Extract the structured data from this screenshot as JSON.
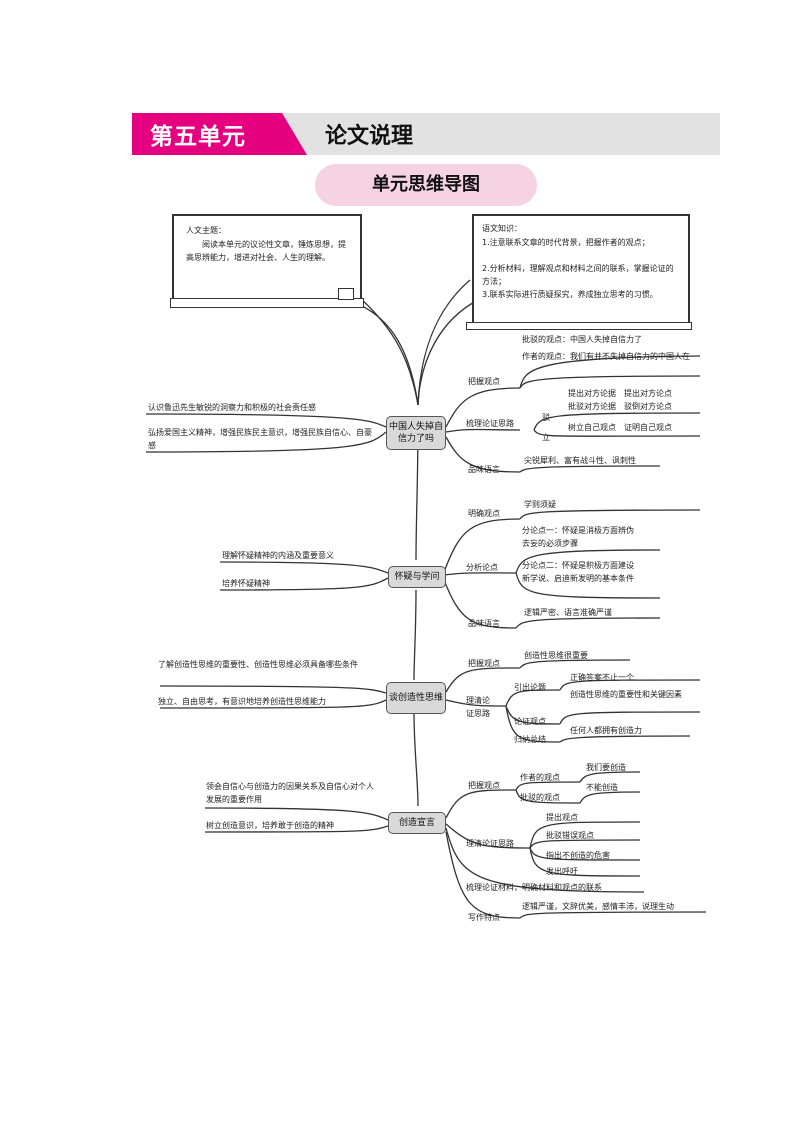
{
  "header": {
    "unit_label": "第五单元",
    "unit_title": "论文说理",
    "subtitle": "单元思维导图"
  },
  "boards": {
    "left": {
      "title": "人文主题：",
      "body": "阅读本单元的议论性文章，锤炼思想，提高思辨能力，增进对社会、人生的理解。"
    },
    "right": {
      "title": "语文知识：",
      "lines": [
        "1.注意联系文章的时代背景，把握作者的观点；",
        "2.分析材料，理解观点和材料之间的联系，掌握论证的方法；",
        "3.联系实际进行质疑探究，养成独立思考的习惯。"
      ]
    }
  },
  "nodes": {
    "n1": "中国人失掉自信力了吗",
    "n2": "怀疑与学问",
    "n3": "谈创造性思维",
    "n4": "创造宣言"
  },
  "branch1": {
    "left1": "认识鲁迅先生敏锐的洞察力和积极的社会责任感",
    "left2": "弘扬爱国主义精神，增强民族民主意识，增强民族自信心、自豪感",
    "b1": "把握观点",
    "b1a": "批驳的观点：中国人失掉自信力了",
    "b1b": "作者的观点：我们有并不失掉自信力的中国人在",
    "b2": "梳理论证思路",
    "b2_bo": "驳",
    "b2_li": "立",
    "b2a": "提出对方论据　提出对方论点",
    "b2b": "批驳对方论据　驳倒对方论点",
    "b2c": "树立自己观点　证明自己观点",
    "b3": "品味语言",
    "b3a": "尖锐犀利、富有战斗性、讽刺性"
  },
  "branch2": {
    "left1": "理解怀疑精神的内涵及重要意义",
    "left2": "培养怀疑精神",
    "b1": "明确观点",
    "b1a": "学则须疑",
    "b2": "分析论点",
    "b2a": "分论点一：怀疑是消极方面辨伪去妄的必须步骤",
    "b2b": "分论点二：怀疑是积极方面建设新学说、启迪新发明的基本条件",
    "b3": "品味语言",
    "b3a": "逻辑严密、语言准确严谨"
  },
  "branch3": {
    "left1": "了解创造性思维的重要性、创造性思维必须具备哪些条件",
    "left2": "独立、自由思考，有意识地培养创造性思维能力",
    "b1": "把握观点",
    "b1a": "创造性思维很重要",
    "b2": "理清论证思路",
    "b2_intro": "引出论题",
    "b2_intro_a": "正确答案不止一个",
    "b2_prove": "论证观点",
    "b2_prove_a": "创造性思维的重要性和关键因素",
    "b2_sum": "归纳总结",
    "b2_sum_a": "任何人都拥有创造力"
  },
  "branch4": {
    "left1": "领会自信心与创造力的因果关系及自信心对个人发展的重要作用",
    "left2": "树立创造意识，培养敢于创造的精神",
    "b1": "把握观点",
    "b1_author": "作者的观点",
    "b1_author_a": "我们要创造",
    "b1_refute": "批驳的观点",
    "b1_refute_a": "不能创造",
    "b2": "理清论证思路",
    "b2a": "提出观点",
    "b2b": "批驳错误观点",
    "b2c": "指出不创造的危害",
    "b2d": "发出呼吁",
    "b3": "梳理论证材料，明确材料和观点的联系",
    "b4": "写作特点",
    "b4a": "逻辑严谨，文辞优美，感情丰沛，说理生动"
  }
}
